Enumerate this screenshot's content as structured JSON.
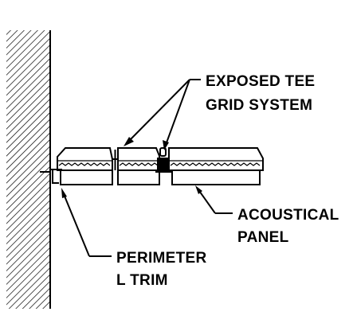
{
  "labels": {
    "grid_line1": "EXPOSED TEE",
    "grid_line2": "GRID SYSTEM",
    "panel_line1": "ACOUSTICAL",
    "panel_line2": "PANEL",
    "trim_line1": "PERIMETER",
    "trim_line2": "L TRIM"
  },
  "colors": {
    "ink": "#000000",
    "background": "#ffffff"
  }
}
